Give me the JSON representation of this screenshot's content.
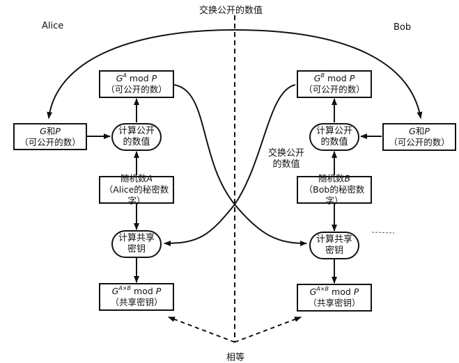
{
  "title_top": "交换公开的数值",
  "parties": {
    "left": "Alice",
    "right": "Bob"
  },
  "exchange_label": [
    "交换公开",
    "的数值"
  ],
  "equal_label": "相等",
  "alice": {
    "public_value_box": {
      "base": "G",
      "exp": "A",
      "mod": "mod",
      "modulus": "P",
      "note": "（可公开的数）"
    },
    "g_and_p_box": {
      "g": "G",
      "and": "和",
      "p": "P",
      "note": "（可公开的数）"
    },
    "compute_public": [
      "计算公开",
      "的数值"
    ],
    "random_box": {
      "label": "随机数",
      "var": "A",
      "note": "（Alice的秘密数字）"
    },
    "compute_shared": [
      "计算共享",
      "密钥"
    ],
    "shared_key_box": {
      "base": "G",
      "exp": "A×B",
      "mod": "mod",
      "modulus": "P",
      "note": "（共享密钥）"
    }
  },
  "bob": {
    "public_value_box": {
      "base": "G",
      "exp": "B",
      "mod": "mod",
      "modulus": "P",
      "note": "（可公开的数）"
    },
    "g_and_p_box": {
      "g": "G",
      "and": "和",
      "p": "P",
      "note": "（可公开的数）"
    },
    "compute_public": [
      "计算公开",
      "的数值"
    ],
    "random_box": {
      "label": "随机数",
      "var": "B",
      "note": "（Bob的秘密数字）"
    },
    "compute_shared": [
      "计算共享",
      "密钥"
    ],
    "shared_key_box": {
      "base": "G",
      "exp": "A×B",
      "mod": "mod",
      "modulus": "P",
      "note": "（共享密钥）"
    }
  }
}
